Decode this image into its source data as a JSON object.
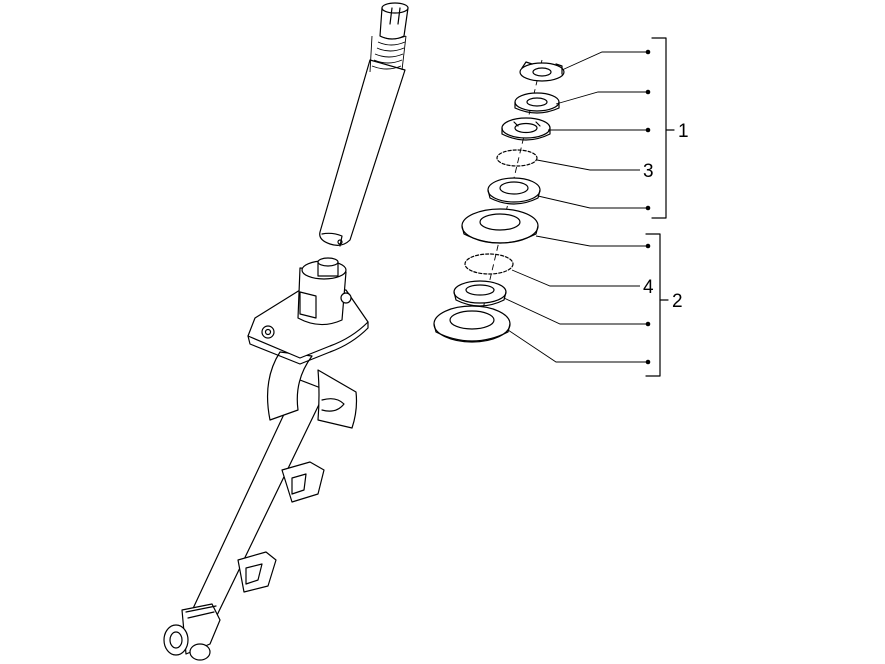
{
  "labels": {
    "group_1": "1",
    "group_2": "2",
    "part_3": "3",
    "part_4": "4"
  },
  "colors": {
    "line": "#000000",
    "background": "#ffffff"
  }
}
